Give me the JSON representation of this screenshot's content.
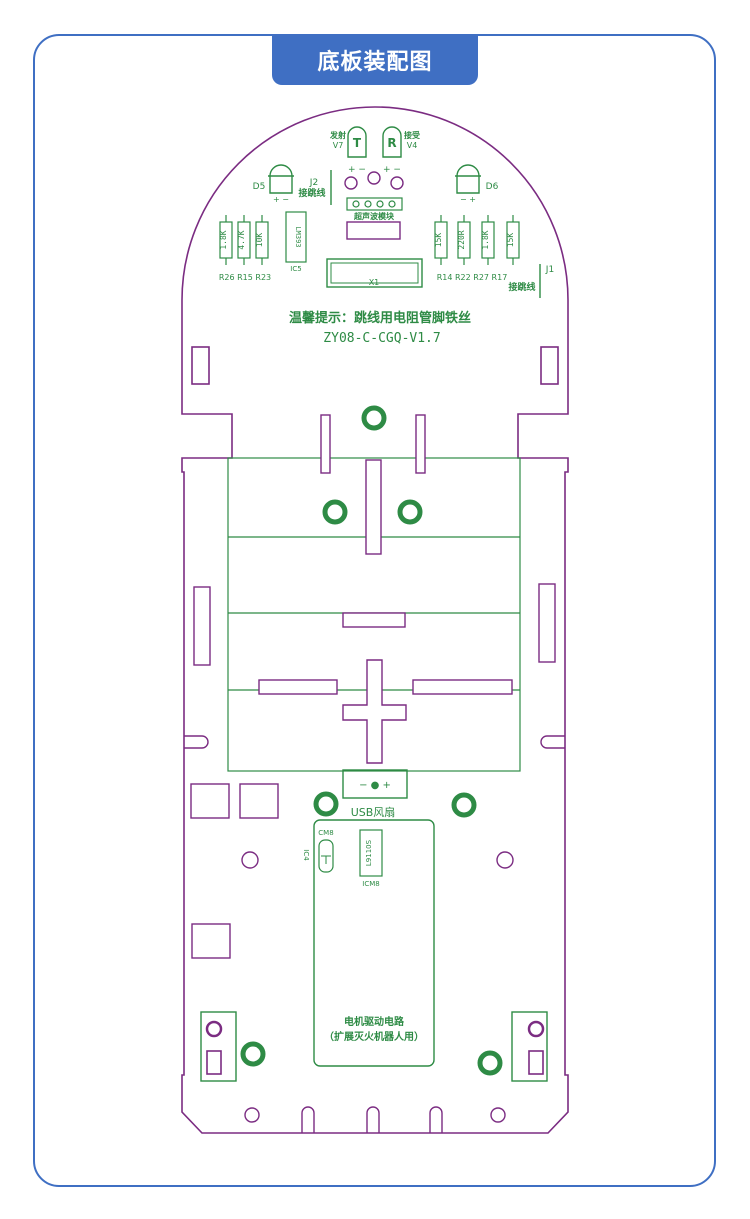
{
  "header": {
    "title": "底板装配图"
  },
  "colors": {
    "accent": "#3f6fc3",
    "outline": "#7b2c82",
    "silkscreen": "#2e8b45"
  },
  "labels": {
    "tx_top": "发射",
    "tx_sub": "V7",
    "tx_letter": "T",
    "rx_letter": "R",
    "rx_top": "接受",
    "rx_sub": "V4",
    "pins_left": "+ −",
    "pins_right": "+ −",
    "d5": "D5",
    "d6": "D6",
    "d5_pol": "+  −",
    "d6_pol": "−  +",
    "j2": "J2",
    "j2_sub": "接跳线",
    "ultrasonic": "超声波模块",
    "r_left": [
      "1.8K",
      "4.7K",
      "10K"
    ],
    "lm393": "LM393",
    "ic5": "IC5",
    "r_right": [
      "15K",
      "220R",
      "1.8K",
      "15K"
    ],
    "x1": "X1",
    "res_row_left": "R26  R15  R23",
    "res_row_right": "R14   R22   R27   R17",
    "j1": "J1",
    "j1_sub": "接跳线",
    "tip": "温馨提示：跳线用电阻管脚铁丝",
    "model": "ZY08-C-CGQ-V1.7",
    "usb_pins": "−  ●  +",
    "usb_fan": "USB风扇",
    "cm8": "CM8",
    "ic4": "IC4",
    "l9110s": "L9110S",
    "icm8": "ICM8",
    "motor_line1": "电机驱动电路",
    "motor_line2": "（扩展灭火机器人用）"
  }
}
